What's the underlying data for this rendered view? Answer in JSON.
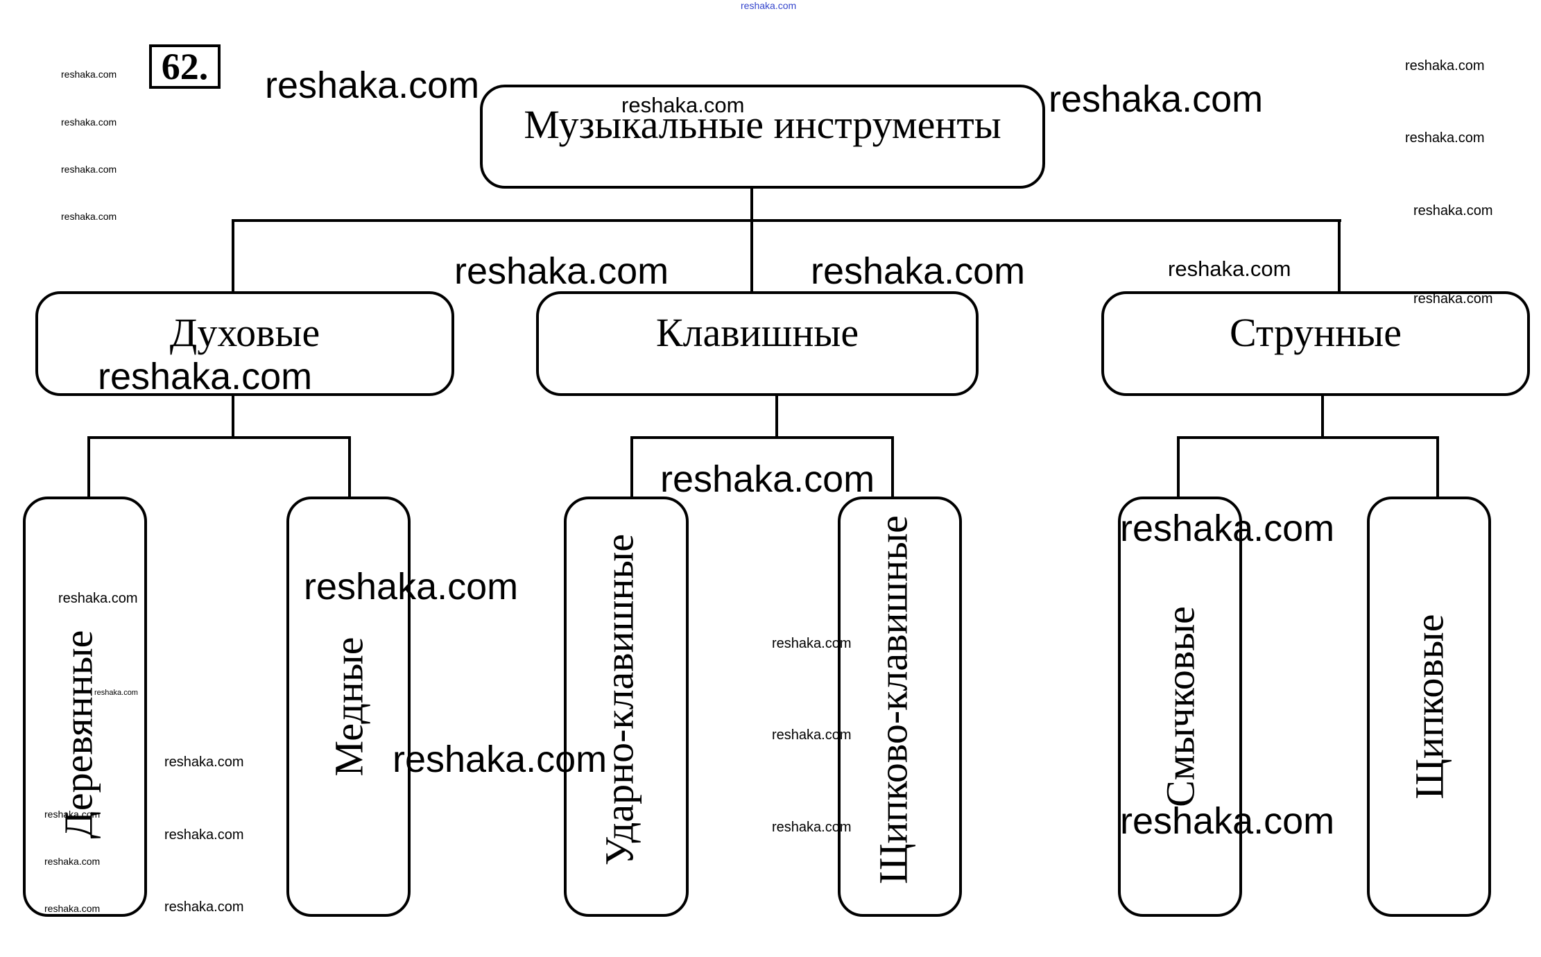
{
  "header": {
    "problem_number": "62.",
    "top_watermark": "reshaka.com"
  },
  "diagram": {
    "root": "Музыкальные инструменты",
    "categories": [
      {
        "label": "Духовые",
        "children": [
          "Деревянные",
          "Медные"
        ]
      },
      {
        "label": "Клавишные",
        "children": [
          "Ударно-клавишные",
          "Щипково-клавишные"
        ]
      },
      {
        "label": "Струнные",
        "children": [
          "Смычковые",
          "Щипковые"
        ]
      }
    ]
  },
  "watermark": {
    "text": "reshaka.com"
  }
}
